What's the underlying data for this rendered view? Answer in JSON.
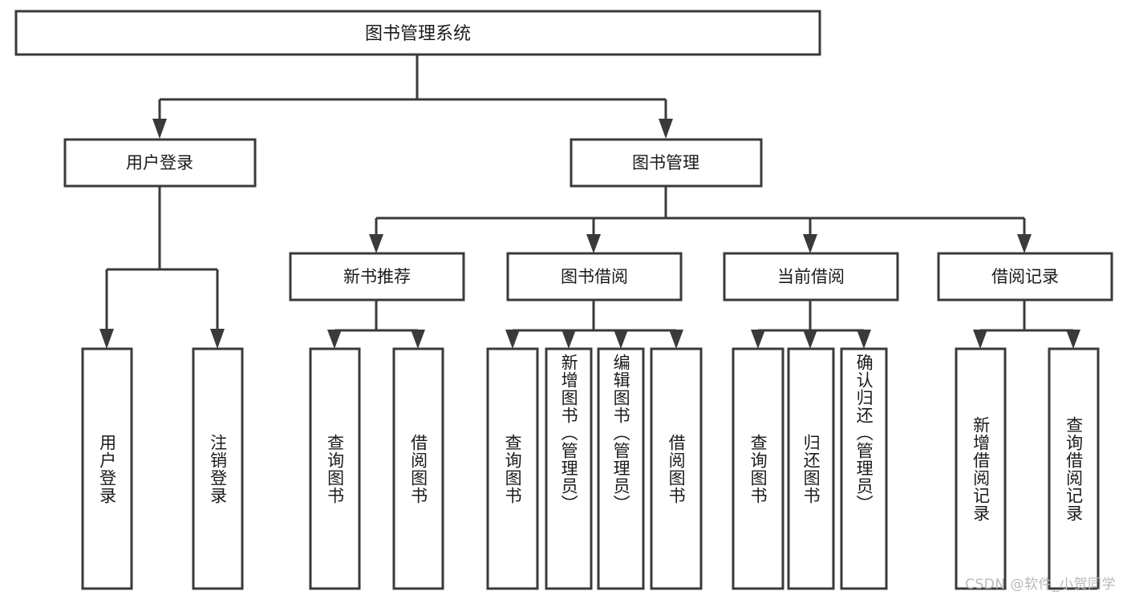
{
  "diagram": {
    "title": "图书管理系统",
    "type": "tree-hierarchy-diagram",
    "colors": {
      "box_stroke": "#3a3a3a",
      "box_fill": "#ffffff",
      "connector": "#3a3a3a",
      "text": "#1b1b1b",
      "watermark": "#b9b9b9",
      "background": "#ffffff"
    },
    "root": {
      "label": "图书管理系统"
    },
    "level1": [
      {
        "label": "用户登录"
      },
      {
        "label": "图书管理"
      }
    ],
    "level2": [
      {
        "label": "新书推荐"
      },
      {
        "label": "图书借阅"
      },
      {
        "label": "当前借阅"
      },
      {
        "label": "借阅记录"
      }
    ],
    "leaves": {
      "user_login": [
        {
          "label": "用户登录"
        },
        {
          "label": "注销登录"
        }
      ],
      "new_book": [
        {
          "label": "查询图书"
        },
        {
          "label": "借阅图书"
        }
      ],
      "book_borrow": [
        {
          "label": "查询图书"
        },
        {
          "label": "新增图书（管理员）"
        },
        {
          "label": "编辑图书（管理员）"
        },
        {
          "label": "借阅图书"
        }
      ],
      "current_borrow": [
        {
          "label": "查询图书"
        },
        {
          "label": "归还图书"
        },
        {
          "label": "确认归还（管理员）"
        }
      ],
      "borrow_record": [
        {
          "label": "新增借阅记录"
        },
        {
          "label": "查询借阅记录"
        }
      ]
    }
  },
  "watermark": {
    "text": "CSDN @软件_小贺同学"
  }
}
